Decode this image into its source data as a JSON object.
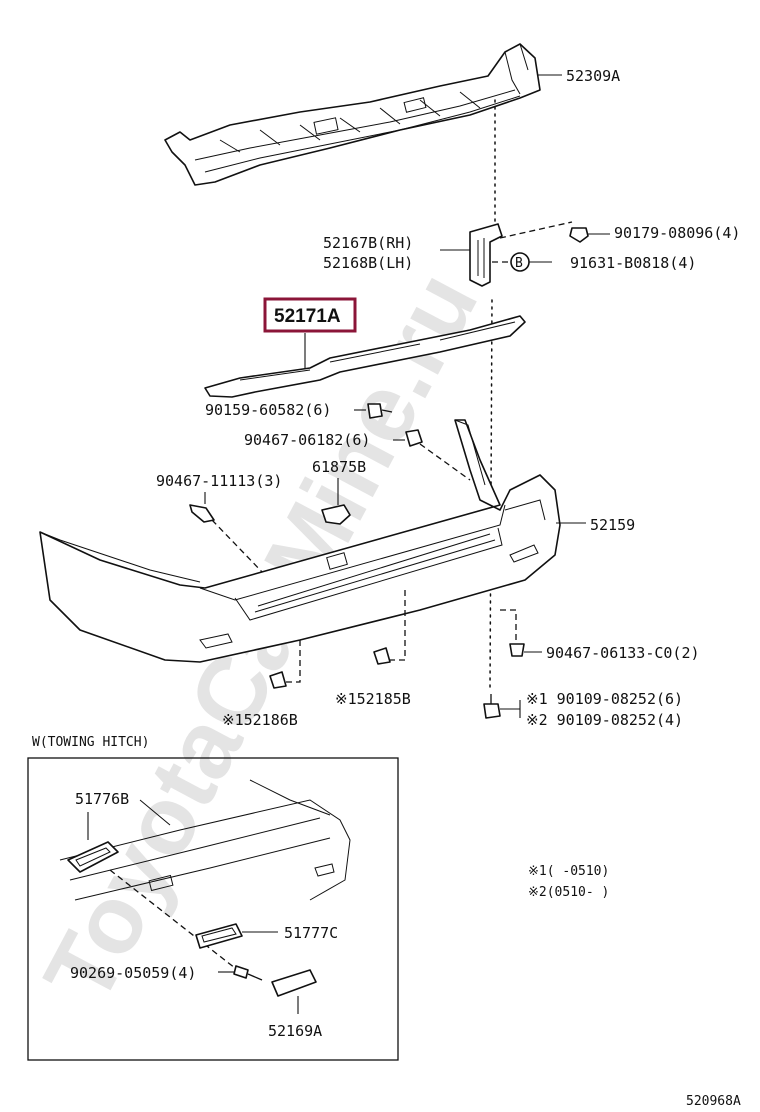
{
  "watermark": "ToyotaCarMine.ru",
  "diagram_id": "520968A",
  "section": {
    "title": "W(TOWING HITCH)"
  },
  "parts": {
    "p52309A": "52309A",
    "p52167B": "52167B(RH)",
    "p52168B": "52168B(LH)",
    "p90179": "90179-08096(4)",
    "p91631_mark": "B",
    "p91631": "91631-B0818(4)",
    "p52171A": "52171A",
    "p90159": "90159-60582(6)",
    "p90467_06182": "90467-06182(6)",
    "p90467_11113": "90467-11113(3)",
    "p61875B": "61875B",
    "p52159": "52159",
    "p90467_06133": "90467-06133-C0(2)",
    "p52185B": "※152185B",
    "p52186B": "※152186B",
    "p90109_1": "※1 90109-08252(6)",
    "p90109_2": "※2 90109-08252(4)",
    "p51776B": "51776B",
    "p51777C": "51777C",
    "p90269": "90269-05059(4)",
    "p52169A": "52169A"
  },
  "notes": {
    "n1": "※1(    -0510)",
    "n2": "※2(0510-    )"
  },
  "colors": {
    "highlight": "#8b1538",
    "watermark": "#e4e4e4"
  }
}
